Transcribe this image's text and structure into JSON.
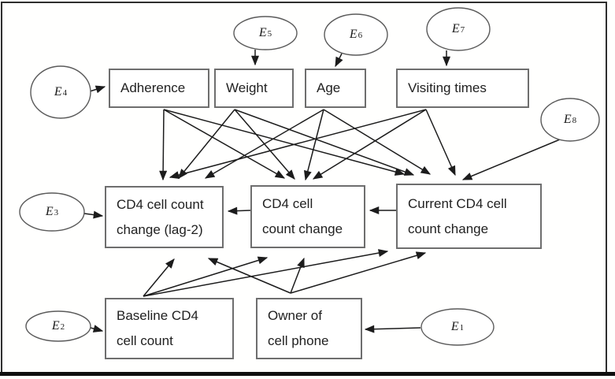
{
  "figure": {
    "type": "path-diagram",
    "description": "Causal path diagram of CD4 cell count change with covariates and error terms"
  },
  "colors": {
    "background": "#ffffff",
    "box_border": "#6e6e6e",
    "ellipse_border": "#5a5a5a",
    "edge": "#1c1c1c",
    "text": "#212121",
    "frame": "#2e2e2e",
    "bottom_bar": "#0f0f0f"
  },
  "nodes": {
    "adherence": {
      "label": "Adherence"
    },
    "weight": {
      "label": "Weight"
    },
    "age": {
      "label": "Age"
    },
    "visiting_times": {
      "label": "Visiting times"
    },
    "cd4_lag2": {
      "line1": "CD4 cell count",
      "line2": "change (lag-2)"
    },
    "cd4_change": {
      "line1": "CD4 cell",
      "line2": "count change"
    },
    "cd4_current": {
      "line1": "Current CD4 cell",
      "line2": "count change"
    },
    "baseline_cd4": {
      "line1": "Baseline CD4",
      "line2": "cell count"
    },
    "cell_phone": {
      "line1": "Owner of",
      "line2": "cell phone"
    }
  },
  "error_terms": {
    "e1": {
      "base": "E",
      "sub": "1"
    },
    "e2": {
      "base": "E",
      "sub": "2"
    },
    "e3": {
      "base": "E",
      "sub": "3"
    },
    "e4": {
      "base": "E",
      "sub": "4"
    },
    "e5": {
      "base": "E",
      "sub": "5"
    },
    "e6": {
      "base": "E",
      "sub": "6"
    },
    "e7": {
      "base": "E",
      "sub": "7"
    },
    "e8": {
      "base": "E",
      "sub": "8"
    }
  },
  "edges": [
    {
      "from": "e4",
      "to": "adherence"
    },
    {
      "from": "e5",
      "to": "weight"
    },
    {
      "from": "e6",
      "to": "age"
    },
    {
      "from": "e7",
      "to": "visiting_times"
    },
    {
      "from": "e8",
      "to": "cd4_current"
    },
    {
      "from": "e3",
      "to": "cd4_lag2"
    },
    {
      "from": "e2",
      "to": "baseline_cd4"
    },
    {
      "from": "e1",
      "to": "cell_phone"
    },
    {
      "from": "cd4_current",
      "to": "cd4_change"
    },
    {
      "from": "cd4_change",
      "to": "cd4_lag2"
    },
    {
      "from": "adherence",
      "to": "cd4_lag2"
    },
    {
      "from": "adherence",
      "to": "cd4_change"
    },
    {
      "from": "adherence",
      "to": "cd4_current"
    },
    {
      "from": "weight",
      "to": "cd4_lag2"
    },
    {
      "from": "weight",
      "to": "cd4_change"
    },
    {
      "from": "weight",
      "to": "cd4_current"
    },
    {
      "from": "age",
      "to": "cd4_lag2"
    },
    {
      "from": "age",
      "to": "cd4_change"
    },
    {
      "from": "age",
      "to": "cd4_current"
    },
    {
      "from": "visiting_times",
      "to": "cd4_lag2"
    },
    {
      "from": "visiting_times",
      "to": "cd4_change"
    },
    {
      "from": "visiting_times",
      "to": "cd4_current"
    },
    {
      "from": "baseline_cd4",
      "to": "cd4_lag2"
    },
    {
      "from": "baseline_cd4",
      "to": "cd4_change"
    },
    {
      "from": "baseline_cd4",
      "to": "cd4_current"
    },
    {
      "from": "cell_phone",
      "to": "cd4_lag2"
    },
    {
      "from": "cell_phone",
      "to": "cd4_change"
    },
    {
      "from": "cell_phone",
      "to": "cd4_current"
    }
  ]
}
